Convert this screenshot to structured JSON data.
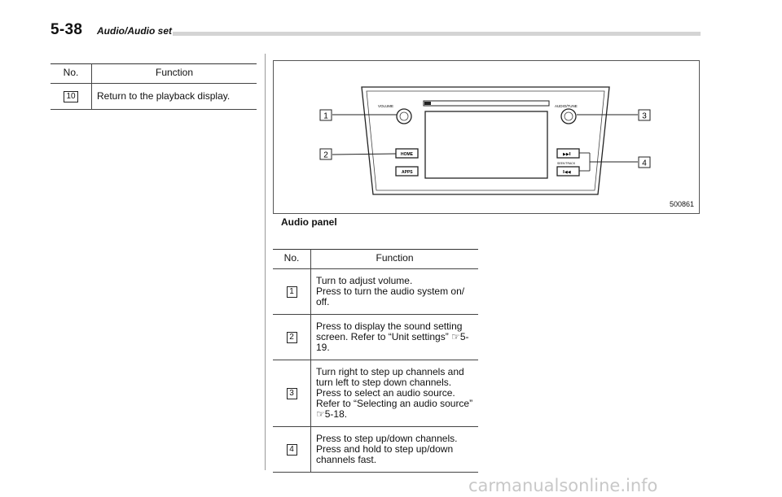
{
  "header": {
    "page_number": "5-38",
    "section_title": "Audio/Audio set"
  },
  "table_top": {
    "col_no": "No.",
    "col_function": "Function",
    "rows": [
      {
        "no": "10",
        "function": "Return to the playback display."
      }
    ]
  },
  "figure": {
    "figure_id": "500861",
    "caption": "Audio panel",
    "labels": {
      "volume": "VOLUME",
      "audio_tune": "AUDIO/TUNE",
      "home": "HOME",
      "apps": "APPS",
      "seek_track": "SEEK/TRACK",
      "next": "▶▶I",
      "prev": "I◀◀"
    },
    "callouts": [
      "1",
      "2",
      "3",
      "4"
    ]
  },
  "table_main": {
    "col_no": "No.",
    "col_function": "Function",
    "rows": [
      {
        "no": "1",
        "function": "Turn to adjust volume.\nPress to turn the audio system on/\noff."
      },
      {
        "no": "2",
        "function": "Press to display the sound setting\nscreen. Refer to “Unit settings” ☞5-\n19."
      },
      {
        "no": "3",
        "function": "Turn right to step up channels and\nturn left to step down channels.\nPress to select an audio source.\nRefer to “Selecting an audio source”\n☞5-18."
      },
      {
        "no": "4",
        "function": "Press to step up/down channels.\nPress and hold to step up/down\nchannels fast."
      }
    ]
  },
  "watermark": "carmanualsonline.info"
}
